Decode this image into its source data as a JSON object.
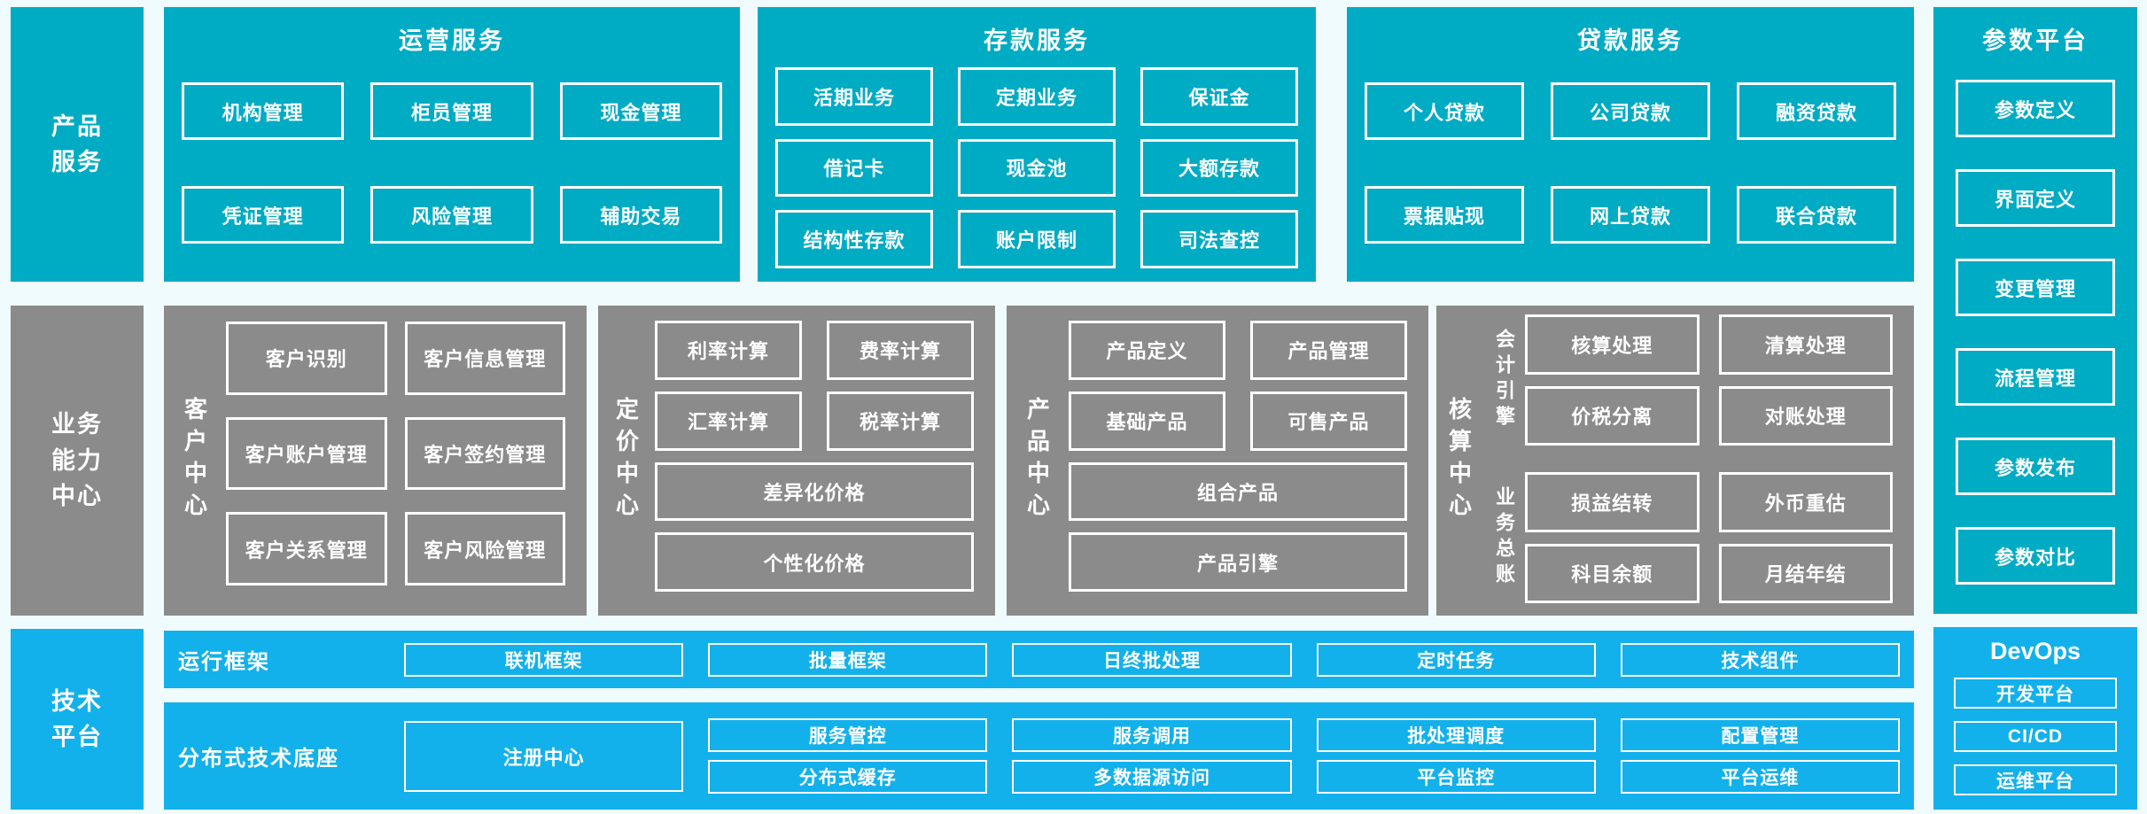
{
  "colors": {
    "teal": "#00ABC4",
    "gray": "#8B8B8B",
    "blue": "#12B1EB",
    "background": "#F0FBFD",
    "box_border": "#FFFFFF",
    "text": "#FFFFFF"
  },
  "sidebars": {
    "product": {
      "label": "产品\n服务"
    },
    "business": {
      "label": "业务\n能力\n中心"
    },
    "tech": {
      "label": "技术\n平台"
    }
  },
  "top_sections": {
    "operations": {
      "title": "运营服务",
      "boxes": [
        "机构管理",
        "柜员管理",
        "现金管理",
        "凭证管理",
        "风险管理",
        "辅助交易"
      ]
    },
    "deposits": {
      "title": "存款服务",
      "boxes": [
        "活期业务",
        "定期业务",
        "保证金",
        "借记卡",
        "现金池",
        "大额存款",
        "结构性存款",
        "账户限制",
        "司法查控"
      ]
    },
    "loans": {
      "title": "贷款服务",
      "boxes": [
        "个人贷款",
        "公司贷款",
        "融资贷款",
        "票据贴现",
        "网上贷款",
        "联合贷款"
      ]
    }
  },
  "param_platform": {
    "title": "参数平台",
    "boxes": [
      "参数定义",
      "界面定义",
      "变更管理",
      "流程管理",
      "参数发布",
      "参数对比"
    ]
  },
  "capability": {
    "customer": {
      "label": "客户中心",
      "boxes": [
        "客户识别",
        "客户信息管理",
        "客户账户管理",
        "客户签约管理",
        "客户关系管理",
        "客户风险管理"
      ]
    },
    "pricing": {
      "label": "定价中心",
      "boxes": [
        "利率计算",
        "费率计算",
        "汇率计算",
        "税率计算"
      ],
      "wide": [
        "差异化价格",
        "个性化价格"
      ]
    },
    "product": {
      "label": "产品中心",
      "boxes": [
        "产品定义",
        "产品管理",
        "基础产品",
        "可售产品"
      ],
      "wide": [
        "组合产品",
        "产品引擎"
      ]
    },
    "accounting": {
      "label": "核算中心",
      "groups": [
        {
          "label": "会计引擎",
          "boxes": [
            "核算处理",
            "清算处理",
            "价税分离",
            "对账处理"
          ]
        },
        {
          "label": "业务总账",
          "boxes": [
            "损益结转",
            "外币重估",
            "科目余额",
            "月结年结"
          ]
        }
      ]
    }
  },
  "tech_platform": {
    "runtime": {
      "label": "运行框架",
      "boxes": [
        "联机框架",
        "批量框架",
        "日终批处理",
        "定时任务",
        "技术组件"
      ]
    },
    "distributed": {
      "label": "分布式技术底座",
      "registry": "注册中心",
      "columns": [
        [
          "服务管控",
          "分布式缓存"
        ],
        [
          "服务调用",
          "多数据源访问"
        ],
        [
          "批处理调度",
          "平台监控"
        ],
        [
          "配置管理",
          "平台运维"
        ]
      ]
    }
  },
  "devops": {
    "title": "DevOps",
    "boxes": [
      "开发平台",
      "CI/CD",
      "运维平台"
    ]
  }
}
